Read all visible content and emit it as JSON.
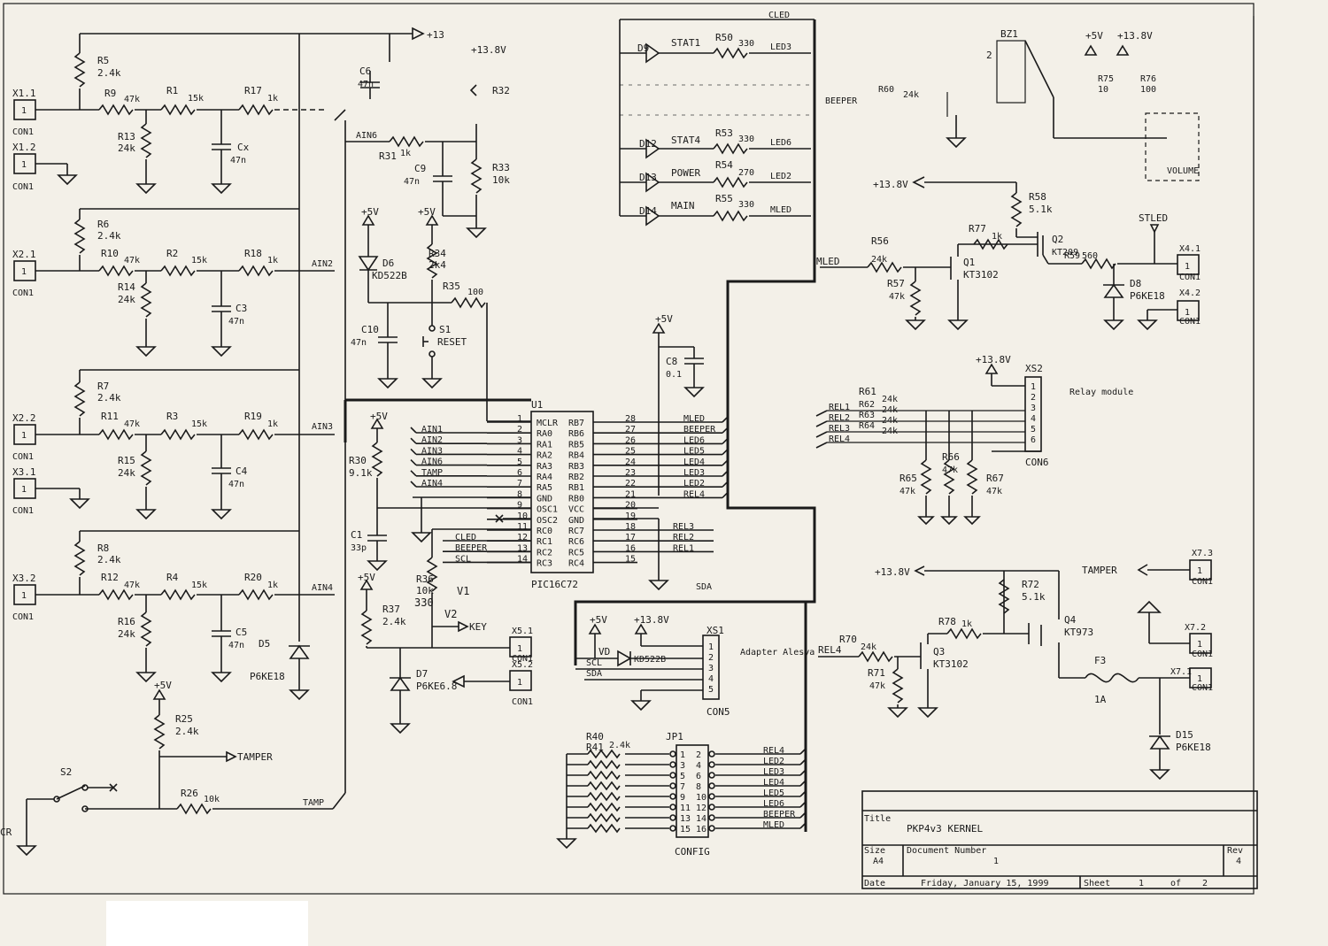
{
  "connectors": {
    "x11": {
      "ref": "X1.1",
      "pin": "1",
      "type": "CON1"
    },
    "x12": {
      "ref": "X1.2",
      "pin": "1",
      "type": "CON1"
    },
    "x21": {
      "ref": "X2.1",
      "pin": "1",
      "type": "CON1"
    },
    "x22": {
      "ref": "X2.2",
      "pin": "1",
      "type": "CON1"
    },
    "x31": {
      "ref": "X3.1",
      "pin": "1",
      "type": "CON1"
    },
    "x32": {
      "ref": "X3.2",
      "pin": "1",
      "type": "CON1"
    },
    "x41": {
      "ref": "X4.1",
      "pin": "1",
      "type": "CON1"
    },
    "x42": {
      "ref": "X4.2",
      "pin": "1",
      "type": "CON1"
    },
    "x51": {
      "ref": "X5.1",
      "pin": "1",
      "type": "CON1"
    },
    "x52": {
      "ref": "X5.2",
      "pin": "1",
      "type": "CON1"
    },
    "x73": {
      "ref": "X7.3",
      "pin": "1",
      "type": "CON1"
    },
    "x72": {
      "ref": "X7.2",
      "pin": "1",
      "type": "CON1"
    },
    "x71": {
      "ref": "X7.1",
      "pin": "1",
      "type": "CON1"
    }
  },
  "resistors": {
    "r5": {
      "ref": "R5",
      "val": "2.4k"
    },
    "r9": {
      "ref": "R9",
      "val": "47k"
    },
    "r1": {
      "ref": "R1",
      "val": "15k"
    },
    "r17": {
      "ref": "R17",
      "val": "1k"
    },
    "r13": {
      "ref": "R13",
      "val": "24k"
    },
    "r6": {
      "ref": "R6",
      "val": "2.4k"
    },
    "r10": {
      "ref": "R10",
      "val": "47k"
    },
    "r2": {
      "ref": "R2",
      "val": "15k"
    },
    "r18": {
      "ref": "R18",
      "val": "1k"
    },
    "r14": {
      "ref": "R14",
      "val": "24k"
    },
    "r7": {
      "ref": "R7",
      "val": "2.4k"
    },
    "r11": {
      "ref": "R11",
      "val": "47k"
    },
    "r3": {
      "ref": "R3",
      "val": "15k"
    },
    "r19": {
      "ref": "R19",
      "val": "1k"
    },
    "r15": {
      "ref": "R15",
      "val": "24k"
    },
    "r8": {
      "ref": "R8",
      "val": "2.4k"
    },
    "r12": {
      "ref": "R12",
      "val": "47k"
    },
    "r4": {
      "ref": "R4",
      "val": "15k"
    },
    "r20": {
      "ref": "R20",
      "val": "1k"
    },
    "r16": {
      "ref": "R16",
      "val": "24k"
    },
    "r25": {
      "ref": "R25",
      "val": "2.4k"
    },
    "r26": {
      "ref": "R26",
      "val": "10k"
    },
    "r31": {
      "ref": "R31",
      "val": "1k"
    },
    "r32": {
      "ref": "R32",
      "val": ""
    },
    "r33": {
      "ref": "R33",
      "val": "10k"
    },
    "r34": {
      "ref": "R34",
      "val": "2k4"
    },
    "r35": {
      "ref": "R35",
      "val": "100"
    },
    "r30": {
      "ref": "R30",
      "val": "9.1k"
    },
    "r36": {
      "ref": "R36",
      "val": "10k"
    },
    "r36alt": {
      "ref": "",
      "val": "330"
    },
    "r37": {
      "ref": "R37",
      "val": "2.4k"
    },
    "r50": {
      "ref": "R50",
      "val": "330"
    },
    "r53": {
      "ref": "R53",
      "val": "330"
    },
    "r54": {
      "ref": "R54",
      "val": "270"
    },
    "r55": {
      "ref": "R55",
      "val": "330"
    },
    "r56": {
      "ref": "R56",
      "val": "24k"
    },
    "r57": {
      "ref": "R57",
      "val": "47k"
    },
    "r58": {
      "ref": "R58",
      "val": "5.1k"
    },
    "r59": {
      "ref": "R59",
      "val": "560"
    },
    "r60": {
      "ref": "R60",
      "val": "24k"
    },
    "r61": {
      "ref": "R61",
      "val": "24k"
    },
    "r62": {
      "ref": "R62",
      "val": "24k"
    },
    "r63": {
      "ref": "R63",
      "val": "24k"
    },
    "r64": {
      "ref": "R64",
      "val": "24k"
    },
    "r65": {
      "ref": "R65",
      "val": "47k"
    },
    "r66": {
      "ref": "R66",
      "val": "47k"
    },
    "r67": {
      "ref": "R67",
      "val": "47k"
    },
    "r70": {
      "ref": "R70",
      "val": "24k"
    },
    "r71": {
      "ref": "R71",
      "val": "47k"
    },
    "r72": {
      "ref": "R72",
      "val": "5.1k"
    },
    "r75": {
      "ref": "R75",
      "val": "10"
    },
    "r76": {
      "ref": "R76",
      "val": "100"
    },
    "r77": {
      "ref": "R77",
      "val": "1k"
    },
    "r78": {
      "ref": "R78",
      "val": "1k"
    },
    "r40": {
      "ref": "R40",
      "val": "2.4k"
    },
    "r41": {
      "ref": "R41",
      "val": "2.4k"
    }
  },
  "capacitors": {
    "cx": {
      "ref": "Cx",
      "val": "47n"
    },
    "c3": {
      "ref": "C3",
      "val": "47n"
    },
    "c4": {
      "ref": "C4",
      "val": "47n"
    },
    "c5": {
      "ref": "C5",
      "val": "47n"
    },
    "c6": {
      "ref": "C6",
      "val": "47n"
    },
    "c9": {
      "ref": "C9",
      "val": "47n"
    },
    "c10": {
      "ref": "C10",
      "val": "47n"
    },
    "c8": {
      "ref": "C8",
      "val": "0.1"
    },
    "c1": {
      "ref": "C1",
      "val": "33p"
    }
  },
  "diodes": {
    "d5": {
      "ref": "D5",
      "val": "P6KE18"
    },
    "d6": {
      "ref": "D6",
      "val": "KD522B"
    },
    "d7": {
      "ref": "D7",
      "val": "P6KE6.8"
    },
    "d8": {
      "ref": "D8",
      "val": "P6KE18"
    },
    "d15": {
      "ref": "D15",
      "val": "P6KE18"
    },
    "vd": {
      "ref": "VD",
      "val": "KD522B"
    },
    "d9": {
      "ref": "D9",
      "val": "STAT1"
    },
    "d12": {
      "ref": "D12",
      "val": "STAT4"
    },
    "d13": {
      "ref": "D13",
      "val": "POWER"
    },
    "d14": {
      "ref": "D14",
      "val": "MAIN"
    }
  },
  "transistors": {
    "q1": {
      "ref": "Q1",
      "val": "KT3102"
    },
    "q2": {
      "ref": "Q2",
      "val": "KT209"
    },
    "q3": {
      "ref": "Q3",
      "val": "KT3102"
    },
    "q4": {
      "ref": "Q4",
      "val": "KT973"
    }
  },
  "switches": {
    "s1": {
      "ref": "S1",
      "val": "RESET"
    },
    "s2": {
      "ref": "S2"
    }
  },
  "misc": {
    "bz1": "BZ1",
    "f3": {
      "ref": "F3",
      "val": "1A"
    },
    "volume": "VOLUME",
    "stled": "STLED",
    "tamper_in": "TAMPER",
    "tamper_out": "TAMPER",
    "key": "KEY",
    "v1": "V1",
    "v2": "V2",
    "beeper": "BEEPER",
    "relay_module": "Relay module",
    "adapter": "Adapter Alesya",
    "xs1": "XS1",
    "xs2": "XS2",
    "con5": "CON5",
    "con6": "CON6",
    "jp1": "JP1",
    "config": "CONFIG",
    "bz_pin2": "2",
    "cr": "CR",
    "tamp_net": "TAMP",
    "mled_net": "MLED",
    "rel4_net": "REL4",
    "sda_net": "SDA",
    "ain6_net": "AIN6"
  },
  "rails": {
    "p13": "+13",
    "p138": "+13.8V",
    "p5v": "+5V"
  },
  "leds": {
    "led3": "LED3",
    "led6": "LED6",
    "led2": "LED2",
    "mled": "MLED",
    "cled_top": "CLED"
  },
  "mcu": {
    "ref": "U1",
    "part": "PIC16C72",
    "left_pins": [
      {
        "num": "1",
        "name": "MCLR"
      },
      {
        "num": "2",
        "name": "RA0"
      },
      {
        "num": "3",
        "name": "RA1"
      },
      {
        "num": "4",
        "name": "RA2"
      },
      {
        "num": "5",
        "name": "RA3"
      },
      {
        "num": "6",
        "name": "RA4"
      },
      {
        "num": "7",
        "name": "RA5"
      },
      {
        "num": "8",
        "name": "GND"
      },
      {
        "num": "9",
        "name": "OSC1"
      },
      {
        "num": "10",
        "name": "OSC2"
      },
      {
        "num": "11",
        "name": "RC0"
      },
      {
        "num": "12",
        "name": "RC1"
      },
      {
        "num": "13",
        "name": "RC2"
      },
      {
        "num": "14",
        "name": "RC3"
      }
    ],
    "right_pins": [
      {
        "num": "28",
        "name": "RB7"
      },
      {
        "num": "27",
        "name": "RB6"
      },
      {
        "num": "26",
        "name": "RB5"
      },
      {
        "num": "25",
        "name": "RB4"
      },
      {
        "num": "24",
        "name": "RB3"
      },
      {
        "num": "23",
        "name": "RB2"
      },
      {
        "num": "22",
        "name": "RB1"
      },
      {
        "num": "21",
        "name": "RB0"
      },
      {
        "num": "20",
        "name": "VCC"
      },
      {
        "num": "19",
        "name": "GND"
      },
      {
        "num": "18",
        "name": "RC7"
      },
      {
        "num": "17",
        "name": "RC6"
      },
      {
        "num": "16",
        "name": "RC5"
      },
      {
        "num": "15",
        "name": "RC4"
      }
    ],
    "left_nets": [
      "AIN1",
      "AIN2",
      "AIN3",
      "AIN6",
      "TAMP",
      "AIN4"
    ],
    "left_nets2": [
      "CLED",
      "BEEPER",
      "SCL"
    ],
    "right_nets": [
      "MLED",
      "BEEPER",
      "LED6",
      "LED5",
      "LED4",
      "LED3",
      "LED2",
      "REL4"
    ],
    "right_nets2": [
      "REL3",
      "REL2",
      "REL1"
    ]
  },
  "ain_labels": {
    "ain2": "AIN2",
    "ain3": "AIN3",
    "ain4": "AIN4"
  },
  "xs2_pins": [
    "1",
    "2",
    "3",
    "4",
    "5",
    "6"
  ],
  "xs2_nets": [
    "REL1",
    "REL2",
    "REL3",
    "REL4"
  ],
  "xs1_pins": [
    "1",
    "2",
    "3",
    "4",
    "5"
  ],
  "xs1_nets": [
    "SCL",
    "SDA"
  ],
  "jp1": {
    "left": [
      "1",
      "3",
      "5",
      "7",
      "9",
      "11",
      "13",
      "15"
    ],
    "right": [
      "2",
      "4",
      "6",
      "8",
      "10",
      "12",
      "14",
      "16"
    ],
    "nets": [
      "REL4",
      "LED2",
      "LED3",
      "LED4",
      "LED5",
      "LED6",
      "BEEPER",
      "MLED"
    ]
  },
  "title_block": {
    "title_label": "Title",
    "title": "PKP4v3  KERNEL",
    "size_label": "Size",
    "size": "A4",
    "doc_label": "Document Number",
    "doc_number": "1",
    "rev_label": "Rev",
    "rev": "4",
    "date_label": "Date",
    "date": "Friday, January 15, 1999",
    "sheet_label": "Sheet",
    "sheet": "1",
    "of_label": "of",
    "sheet_total": "2"
  }
}
